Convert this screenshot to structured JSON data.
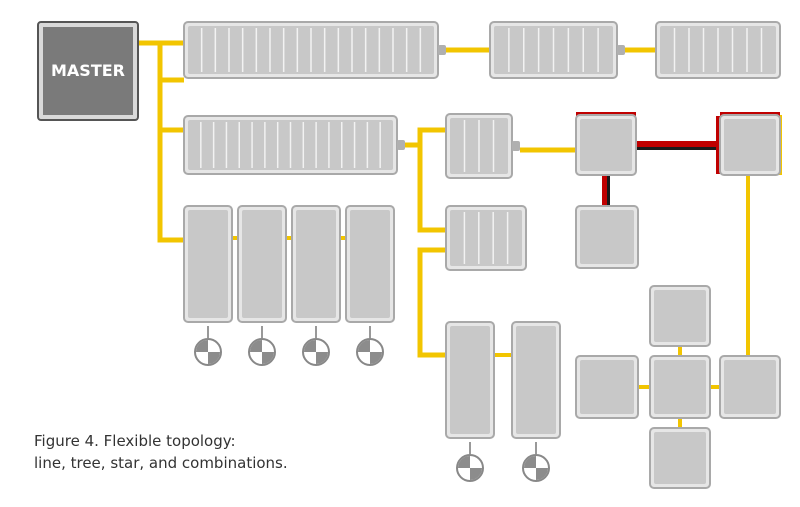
{
  "master": {
    "label": "MASTER"
  },
  "caption": {
    "line1": "Figure 4. Flexible topology:",
    "line2": "line, tree, star, and combinations."
  },
  "colors": {
    "cable": "#f2c500",
    "cable_red": "#c00000",
    "cable_dark": "#1a1a1a",
    "module_fill": "#c8c8c8",
    "module_border": "#a9a9a9",
    "master_fill": "#7a7a7a",
    "master_border": "#555555"
  },
  "icons": {
    "drive": "servo-motor-icon",
    "terminal": "io-terminal-icon"
  }
}
